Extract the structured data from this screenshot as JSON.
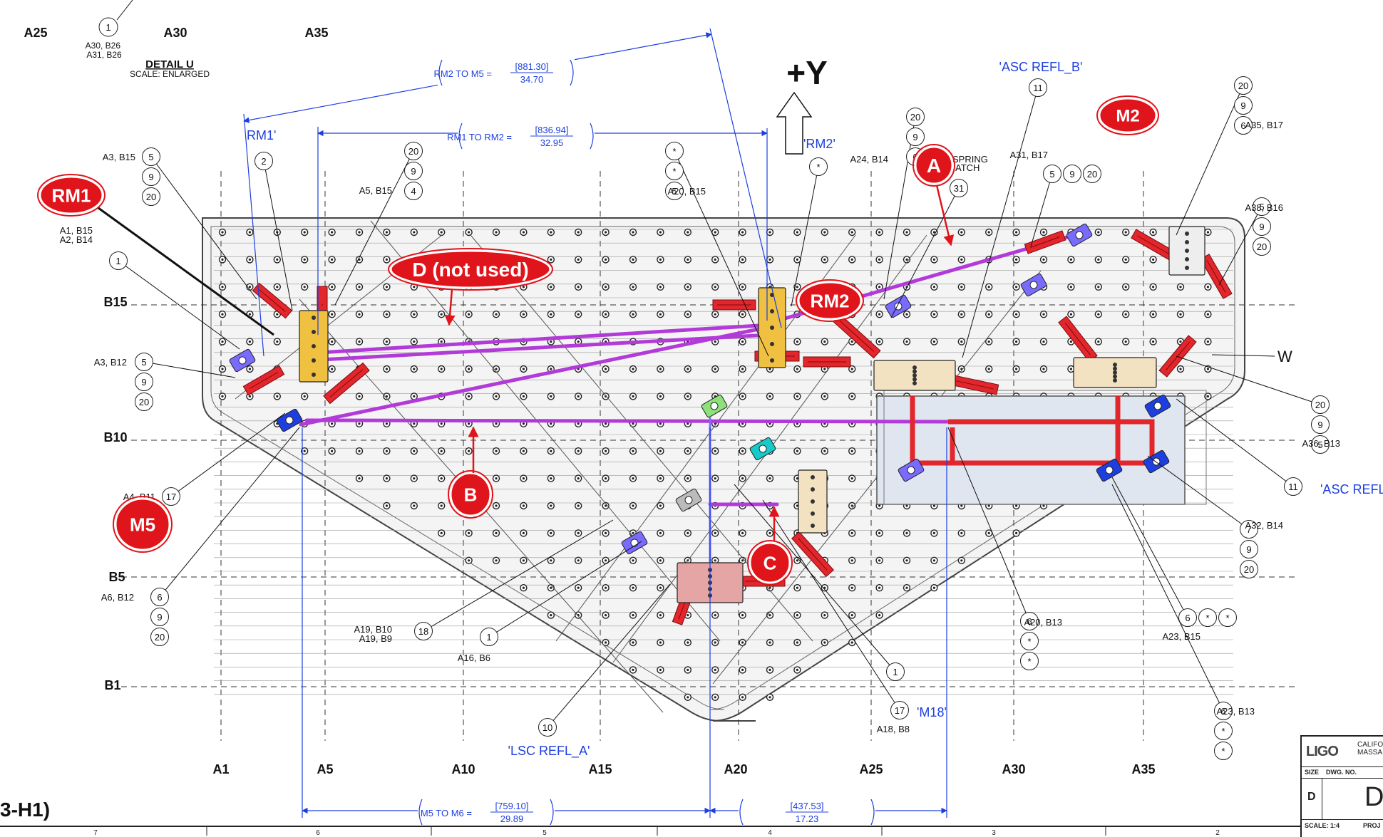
{
  "grid": {
    "columns_top": [
      "A25",
      "A30",
      "A35"
    ],
    "columns_bottom": [
      "A1",
      "A5",
      "A10",
      "A15",
      "A20",
      "A25",
      "A30",
      "A35"
    ],
    "rows": [
      "B15",
      "B10",
      "B5",
      "B1"
    ]
  },
  "detail": {
    "callout": "1",
    "ref": "A30, B26\nA31, B26",
    "title": "DETAIL U",
    "scale": "SCALE: ENLARGED"
  },
  "axis_label": "+Y",
  "dimensions": {
    "rm2_m5": {
      "label": "RM2 TO M5 =",
      "mm": "[881.30]",
      "inch": "34.70"
    },
    "rm1_rm2": {
      "label": "RM1 TO RM2 =",
      "mm": "[836.94]",
      "inch": "32.95"
    },
    "m5_m6": {
      "label": "M5 TO M6 =",
      "mm": "[759.10]",
      "inch": "29.89"
    },
    "m6_m18": {
      "mm": "[437.53]",
      "inch": "17.23"
    }
  },
  "beam_labels": {
    "asc_refl_b": "'ASC REFL_B'",
    "asc_refl": "'ASC REFL",
    "rm1p": "RM1'",
    "rm2p": "'RM2'",
    "lsc_refl_a": "'LSC REFL_A'",
    "m18": "'M18'"
  },
  "badges": {
    "rm1": "RM1",
    "rm2": "RM2",
    "m2": "M2",
    "m5": "M5",
    "a": "A",
    "b": "B",
    "c": "C",
    "d": "D (not used)"
  },
  "annotations": {
    "spring": "SPRING",
    "latch": "ATCH",
    "w": "W",
    "section": "3-H1)"
  },
  "callouts": [
    {
      "ref": "A3, B15",
      "items": [
        "5",
        "9",
        "20"
      ]
    },
    {
      "ref": "A1, B15\nA2, B14",
      "items": [
        "1"
      ]
    },
    {
      "ref": "A3, B12",
      "items": [
        "5",
        "9",
        "20"
      ]
    },
    {
      "ref": "A4, B11",
      "items": [
        "17"
      ]
    },
    {
      "ref": "A6, B12",
      "items": [
        "6",
        "9",
        "20"
      ]
    },
    {
      "ref": "",
      "items": [
        "2"
      ]
    },
    {
      "ref": "A5, B15",
      "items": [
        "20",
        "9",
        "4"
      ]
    },
    {
      "ref": "A20, B15",
      "items": [
        "*",
        "*",
        "5"
      ]
    },
    {
      "ref": "",
      "items": [
        "*"
      ]
    },
    {
      "ref": "A24, B14",
      "items": [
        "20",
        "9",
        "6"
      ]
    },
    {
      "ref": "",
      "items": [
        "31"
      ]
    },
    {
      "ref": "",
      "items": [
        "11"
      ]
    },
    {
      "ref": "A31, B17",
      "items": [
        "5",
        "9",
        "20"
      ]
    },
    {
      "ref": "A35, B17",
      "items": [
        "20",
        "9",
        "6"
      ]
    },
    {
      "ref": "A38, B16",
      "items": [
        "5",
        "9",
        "20"
      ]
    },
    {
      "ref": "A36, B13",
      "items": [
        "20",
        "9",
        "5"
      ]
    },
    {
      "ref": "",
      "items": [
        "11"
      ]
    },
    {
      "ref": "A32, B14",
      "items": [
        "7",
        "9",
        "20"
      ]
    },
    {
      "ref": "A20, B13",
      "items": [
        "6",
        "*",
        "*"
      ]
    },
    {
      "ref": "A23, B15",
      "items": [
        "6",
        "*",
        "*"
      ]
    },
    {
      "ref": "A23, B13",
      "items": [
        "6",
        "*",
        "*"
      ]
    },
    {
      "ref": "A19, B10\nA19, B9",
      "items": [
        "18"
      ]
    },
    {
      "ref": "A16, B6",
      "items": [
        "1"
      ]
    },
    {
      "ref": "",
      "items": [
        "10"
      ]
    },
    {
      "ref": "",
      "items": [
        "1"
      ]
    },
    {
      "ref": "A18, B8",
      "items": [
        "17"
      ]
    }
  ],
  "title_block": {
    "logo": "LIGO",
    "institution": "CALIFO\nMASSA",
    "size_label": "SIZE",
    "size": "D",
    "dwg_label": "DWG. NO.",
    "dwg": "D",
    "scale": "SCALE: 1:4",
    "proj": "PROJ"
  },
  "border_zones": [
    "7",
    "6",
    "5",
    "4",
    "3",
    "2"
  ],
  "colors": {
    "callout_line": "#111111",
    "dimension": "#1d3fe0",
    "beam": "#b23ad8",
    "mount": "#e3262b",
    "table": "#dfe6ef",
    "badge": "#e0141b"
  }
}
